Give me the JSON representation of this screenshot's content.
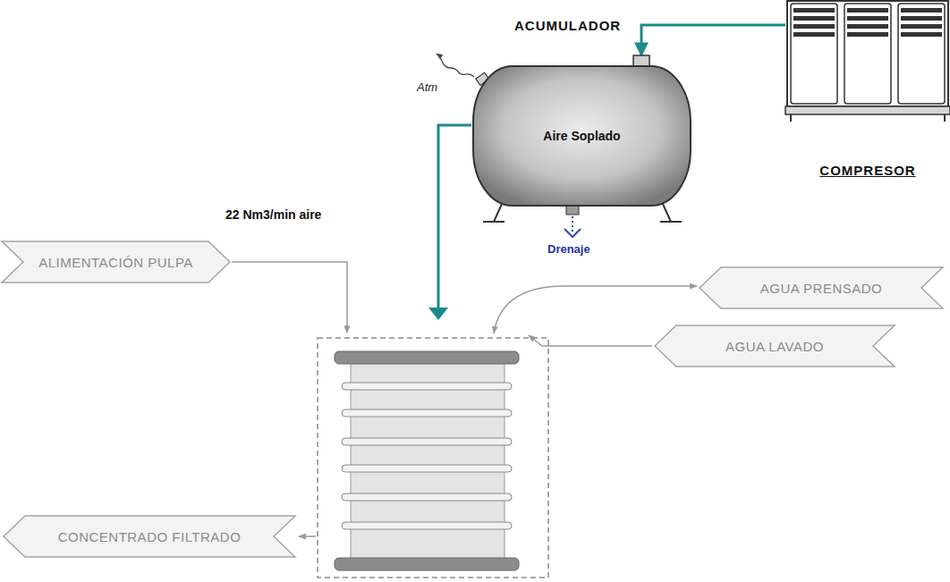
{
  "diagram": {
    "nodes": [
      {
        "text": [
          "ACUMULADOR",
          "Aire Soplado"
        ]
      },
      {
        "text": [
          "COMPRESOR"
        ]
      },
      {
        "text": [
          "ALIMENTACIÓN PULPA"
        ]
      },
      {
        "text": [
          "AGUA PRENSADO"
        ]
      },
      {
        "text": [
          "AGUA LAVADO"
        ]
      },
      {
        "text": [
          "CONCENTRADO FILTRADO"
        ]
      }
    ],
    "edges": [
      {
        "from": 1,
        "to": 0,
        "arrow": "to"
      }
    ],
    "labels": [
      "Atm",
      "22 Nm3/min aire",
      "Drenaje"
    ]
  }
}
